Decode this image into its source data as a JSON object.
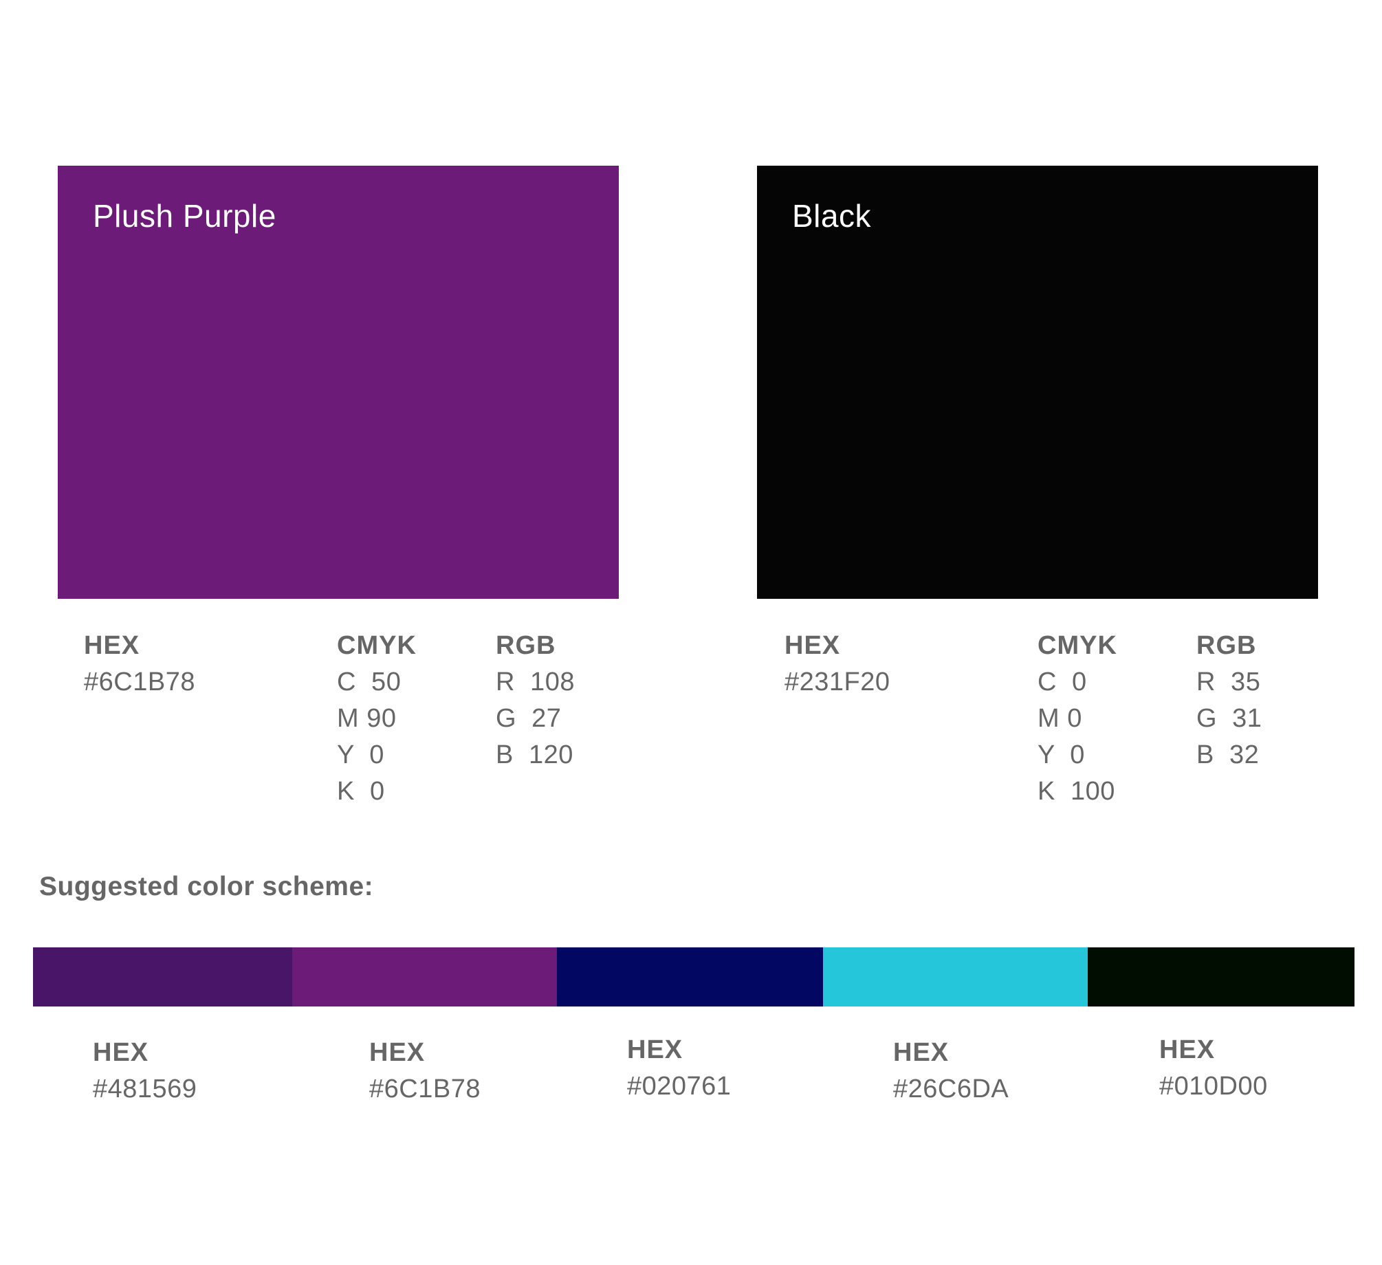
{
  "swatches": [
    {
      "name": "Plush Purple",
      "color": "#6C1B78",
      "hex_label": "HEX",
      "hex": "#6C1B78",
      "cmyk_label": "CMYK",
      "cmyk": [
        "C  50",
        "M 90",
        "Y  0",
        "K  0"
      ],
      "rgb_label": "RGB",
      "rgb": [
        "R  108",
        "G  27",
        "B  120"
      ]
    },
    {
      "name": "Black",
      "color": "#050505",
      "hex_label": "HEX",
      "hex": "#231F20",
      "cmyk_label": "CMYK",
      "cmyk": [
        "C  0",
        "M 0",
        "Y  0",
        "K  100"
      ],
      "rgb_label": "RGB",
      "rgb": [
        "R  35",
        "G  31",
        "B  32"
      ]
    }
  ],
  "scheme": {
    "title": "Suggested color scheme:",
    "colors": [
      {
        "label": "HEX",
        "hex": "#481569",
        "color": "#481569"
      },
      {
        "label": "HEX",
        "hex": "#6C1B78",
        "color": "#6C1B78"
      },
      {
        "label": "HEX",
        "hex": "#020761",
        "color": "#020761"
      },
      {
        "label": "HEX",
        "hex": "#26C6DA",
        "color": "#26C6DA"
      },
      {
        "label": "HEX",
        "hex": "#010D00",
        "color": "#010D00"
      }
    ]
  }
}
